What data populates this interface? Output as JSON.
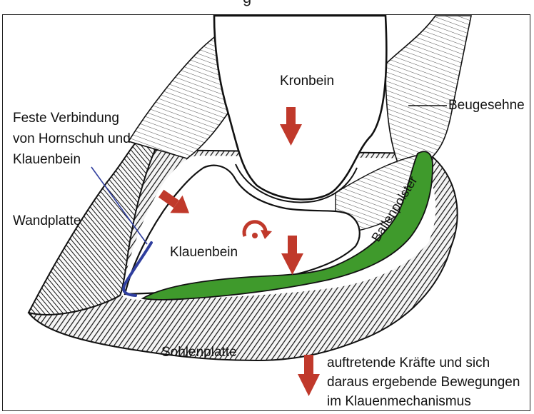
{
  "header_fragment": "g",
  "labels": {
    "kronbein": "Kronbein",
    "beugesehne": "Beugesehne",
    "verbindung_line1": "Feste Verbindung",
    "verbindung_line2": "von Hornschuh und",
    "verbindung_line3": "Klauenbein",
    "wandplatte": "Wandplatte",
    "klauenbein": "Klauenbein",
    "ballenpolster": "Ballenpolster",
    "sohlenplatte": "Sohlenplatte"
  },
  "legend": {
    "line1": "auftretende Kräfte und sich",
    "line2": "daraus ergebende Bewegungen",
    "line3": "im Klauenmechanismus"
  },
  "colors": {
    "force_arrow": "#c0392b",
    "ballenpolster_fill": "#3f9a2c",
    "connection_line": "#2f3e9e",
    "outline": "#111111"
  }
}
